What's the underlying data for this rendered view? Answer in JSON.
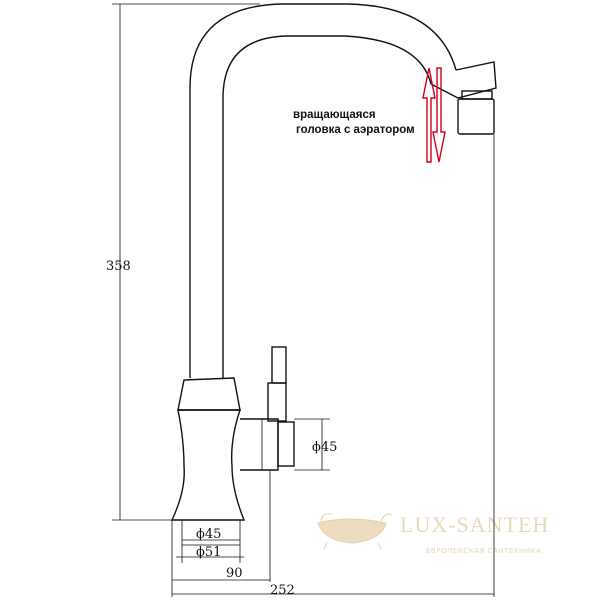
{
  "diagram": {
    "height_label": "358",
    "aerator_note_line1": "вращающаяся",
    "aerator_note_line2": "головка с аэратором",
    "handle_diameter": "ϕ45",
    "base_inner_diameter": "ϕ45",
    "base_outer_diameter": "ϕ51",
    "handle_offset": "90",
    "spout_reach": "252",
    "arrow_color": "#d0021b"
  },
  "watermark": {
    "brand": "LUX-SANTEH",
    "subtitle": "ЕВРОПЕЙСКАЯ САНТЕХНИКА",
    "color": "#e9d9b8"
  }
}
